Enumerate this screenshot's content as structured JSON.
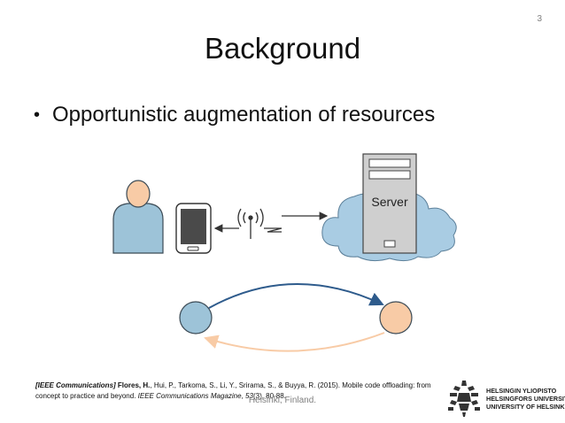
{
  "slide": {
    "page_number": "3",
    "title": "Background",
    "bullet": "Opportunistic augmentation of resources",
    "diagram": {
      "server_label": "Server"
    },
    "reference": {
      "tag": "[IEEE Communications]",
      "authors_bold": "Flores, H.",
      "text_1": ", Hui, P., Tarkoma, S., Li, Y., Srirama, S., & Buyya, R. (2015). Mobile code offloading: from concept to practice and beyond. ",
      "journal": "IEEE Communications Magazine",
      "sep": ", ",
      "volume": "53",
      "text_2": "(3), 80-88."
    },
    "footer": "Helsinki, Finland.",
    "logo": {
      "line1": "HELSINGIN YLIOPISTO",
      "line2": "HELSINGFORS UNIVERSITET",
      "line3": "UNIVERSITY OF HELSINKI"
    },
    "colors": {
      "person_head": "#f8cba6",
      "person_body": "#9dc3d8",
      "cloud": "#a9cce3",
      "node_blue": "#9dc3d8",
      "node_orange": "#f8cba6",
      "arrow_blue": "#2e5b8c",
      "arrow_orange": "#f8cba6"
    }
  }
}
